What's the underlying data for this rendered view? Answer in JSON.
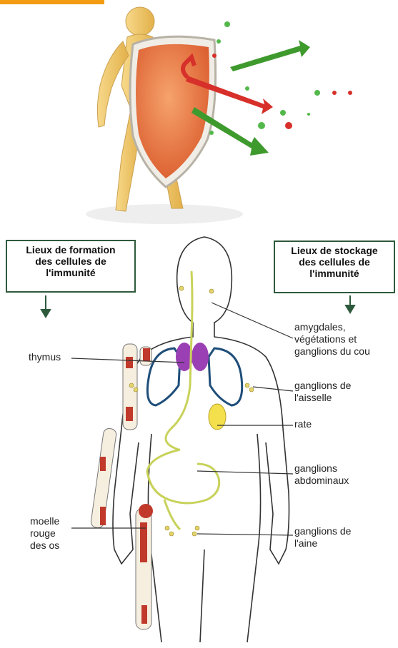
{
  "boxes": {
    "formation": [
      "Lieux de formation",
      "des cellules de",
      "l'immunité"
    ],
    "storage": [
      "Lieux de stockage",
      "des cellules de",
      "l'immunité"
    ]
  },
  "labels": {
    "thymus": "thymus",
    "moelle": [
      "moelle",
      "rouge",
      "des os"
    ],
    "amygdales": [
      "amygdales,",
      "végétations et",
      "ganglions du cou"
    ],
    "aisselle": [
      "ganglions de",
      "l'aisselle"
    ],
    "rate": "rate",
    "abdominaux": [
      "ganglions",
      "abdominaux"
    ],
    "aine": [
      "ganglions de",
      "l'aine"
    ]
  },
  "colors": {
    "accent": "#f39c12",
    "box_border": "#2e5a3c",
    "arrow_green": "#2e5a3c",
    "thymus": "#9b3fb5",
    "lungs": "#1f4e7a",
    "spleen": "#f4e04d",
    "bone_marrow": "#c0392b",
    "lymph": "#d8e07a",
    "shield": "#e76a3c",
    "skin": "#f2c86a"
  }
}
